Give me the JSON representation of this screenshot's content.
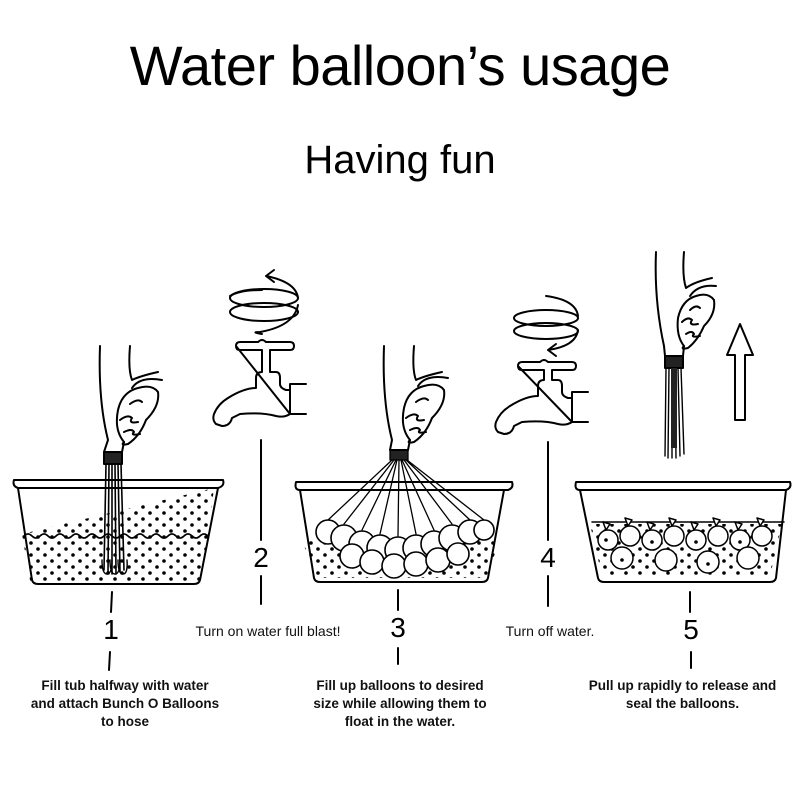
{
  "header": {
    "title": "Water balloon’s usage",
    "subtitle": "Having fun"
  },
  "colors": {
    "ink": "#000000",
    "background": "#ffffff"
  },
  "steps": [
    {
      "number": "1",
      "text": "Fill tub halfway with water and attach Bunch O Balloons to hose",
      "lines": [
        "Fill tub halfway with water",
        "and attach Bunch O Balloons",
        "to hose"
      ],
      "illustration": "hand-holding-balloon-bunch-in-tub"
    },
    {
      "number": "2",
      "text": "Turn on water full blast!",
      "lines": [
        "Turn on water full blast!"
      ],
      "illustration": "faucet-turning-on-icon"
    },
    {
      "number": "3",
      "text": "Fill up balloons to desired size while allowing them to float in the water.",
      "lines": [
        "Fill up balloons to desired",
        "size while allowing them to",
        "float in the water."
      ],
      "illustration": "balloons-filling-in-tub"
    },
    {
      "number": "4",
      "text": "Turn off water.",
      "lines": [
        "Turn off water."
      ],
      "illustration": "faucet-turning-off-icon"
    },
    {
      "number": "5",
      "text": "Pull up rapidly to release and seal the balloons.",
      "lines": [
        "Pull up rapidly to release and",
        "seal the balloons."
      ],
      "illustration": "pull-up-arrow-and-sealed-balloons"
    }
  ]
}
